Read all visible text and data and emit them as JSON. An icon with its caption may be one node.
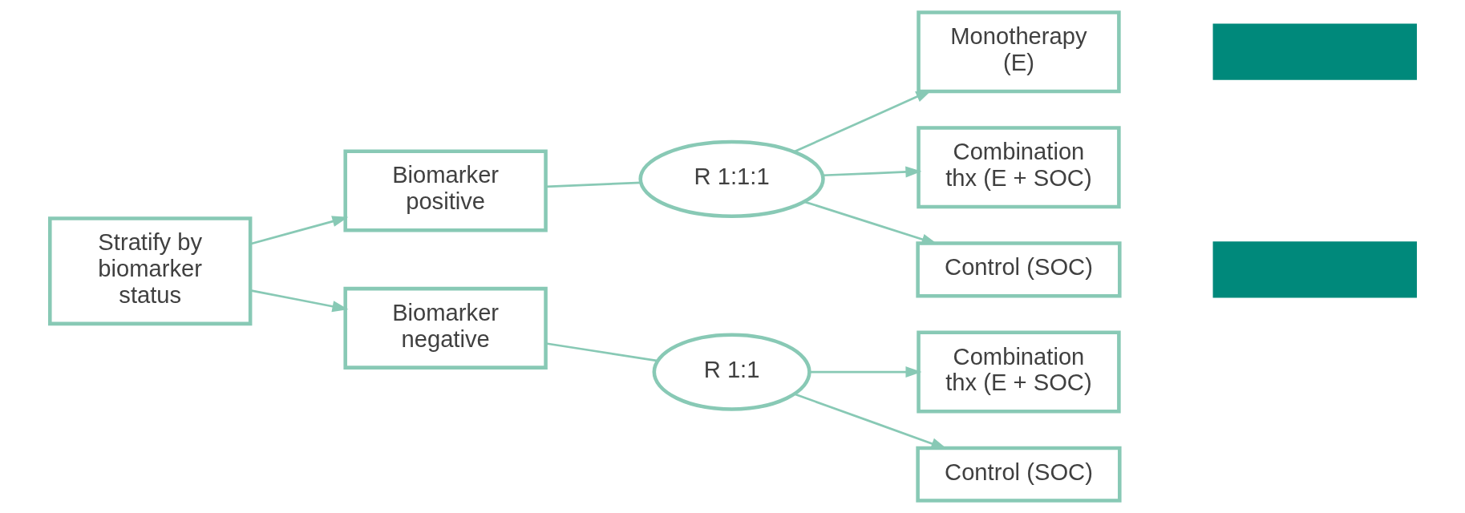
{
  "diagram": {
    "nodes": [
      {
        "text": [
          "Stratify by biomarker status"
        ]
      },
      {
        "text": [
          "Biomarker positive"
        ]
      },
      {
        "text": [
          "R 1:1:1"
        ]
      },
      {
        "text": [
          "Monotherapy (E)"
        ]
      },
      {
        "text": [],
        "shape": "bar"
      },
      {
        "text": [
          "Combination thx (E + SOC)"
        ]
      },
      {
        "text": [
          "Control (SOC)"
        ]
      },
      {
        "text": [],
        "shape": "bar"
      },
      {
        "text": [
          "Biomarker negative"
        ]
      },
      {
        "text": [
          "R 1:1"
        ]
      },
      {
        "text": [
          "Combination thx (E + SOC)"
        ]
      },
      {
        "text": [
          "Control (SOC)"
        ]
      }
    ],
    "edges": [
      {
        "from": 0,
        "to": 1,
        "arrow": "to"
      },
      {
        "from": 0,
        "to": 8,
        "arrow": "to"
      },
      {
        "from": 1,
        "to": 2,
        "arrow": "none"
      },
      {
        "from": 2,
        "to": 3,
        "arrow": "to"
      },
      {
        "from": 2,
        "to": 5,
        "arrow": "to"
      },
      {
        "from": 2,
        "to": 6,
        "arrow": "to"
      },
      {
        "from": 8,
        "to": 9,
        "arrow": "none"
      },
      {
        "from": 9,
        "to": 10,
        "arrow": "to"
      },
      {
        "from": 9,
        "to": 11,
        "arrow": "to"
      }
    ]
  }
}
